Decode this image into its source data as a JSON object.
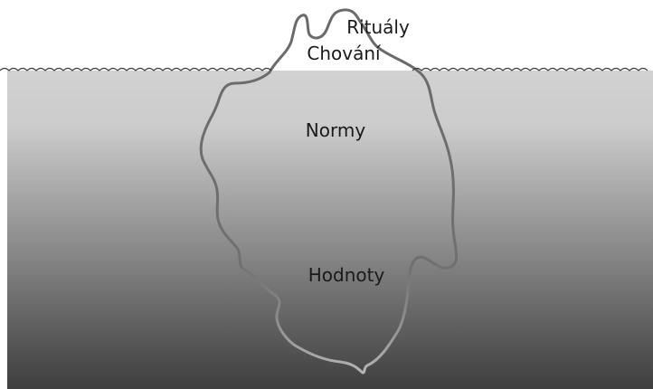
{
  "layers": {
    "rituals": "Rituály",
    "behavior": "Chování",
    "norms": "Normy",
    "values": "Hodnoty"
  },
  "colors": {
    "water_top": "#d2d2d2",
    "water_bottom": "#3e3e3e",
    "iceberg_outline": "#6e6e6e",
    "waterline": "#3a3a3a",
    "text": "#1a1a1a"
  }
}
